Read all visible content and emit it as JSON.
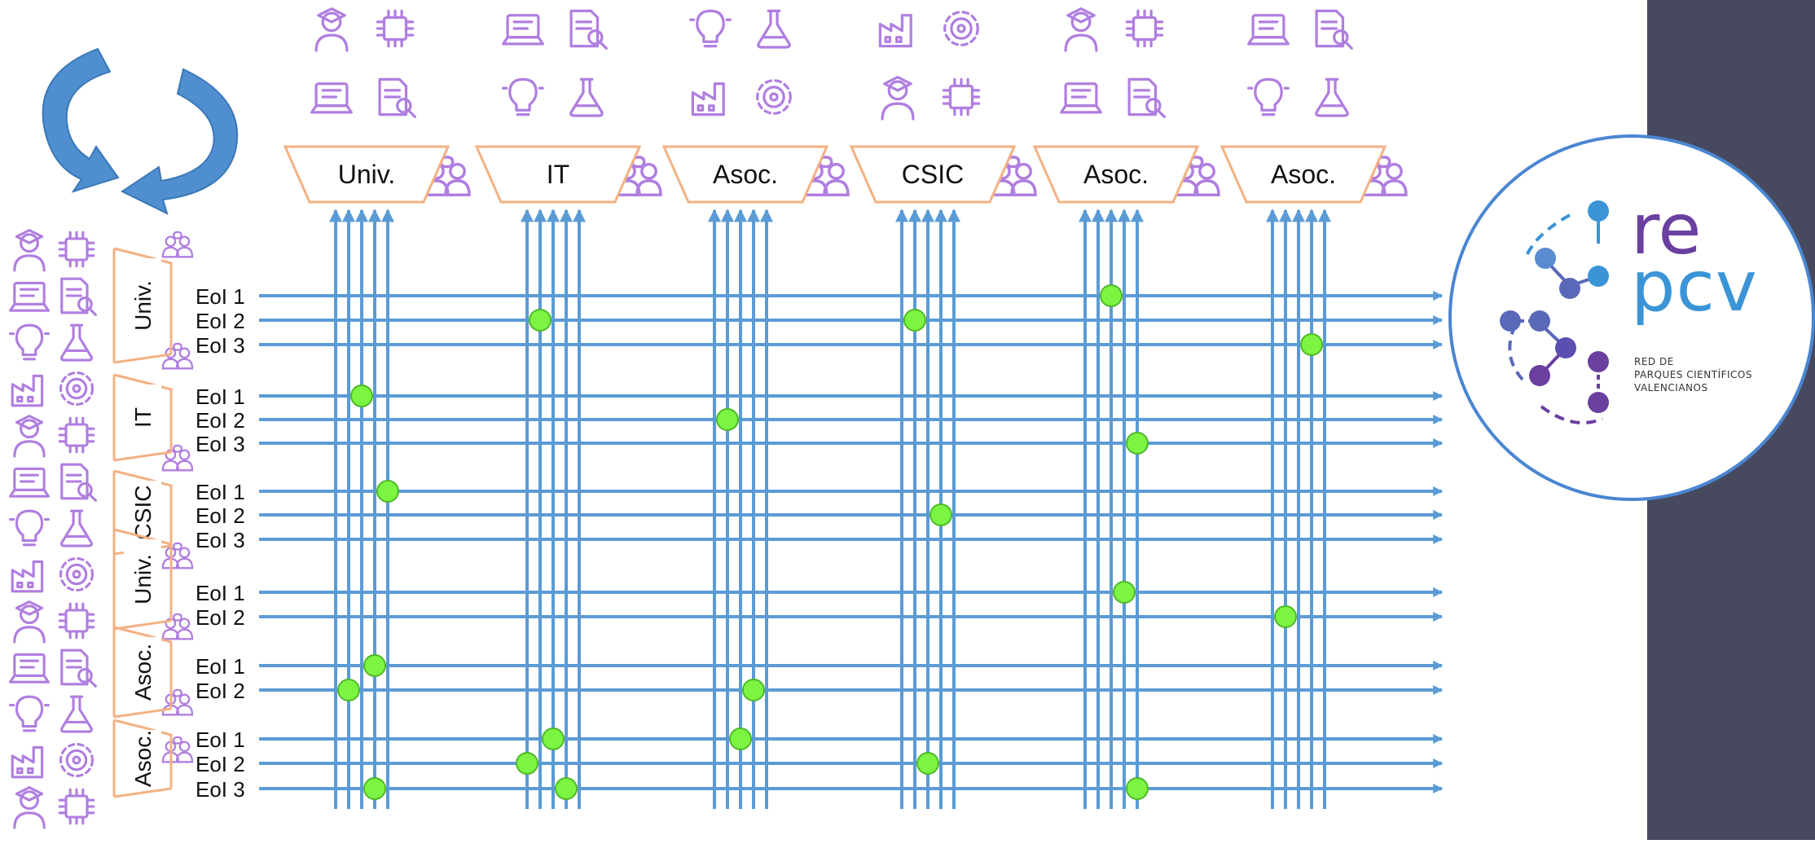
{
  "top_labels": [
    "Univ.",
    "IT",
    "Asoc.",
    "CSIC",
    "Asoc.",
    "Asoc."
  ],
  "left_groups": [
    {
      "label": "Univ.",
      "rows": [
        "EoI 1",
        "EoI 2",
        "EoI 3"
      ]
    },
    {
      "label": "IT",
      "rows": [
        "EoI 1",
        "EoI 2",
        "EoI 3"
      ]
    },
    {
      "label": "CSIC",
      "rows": [
        "EoI 1",
        "EoI 2",
        "EoI 3"
      ]
    },
    {
      "label": "Univ.",
      "rows": [
        "EoI 1",
        "EoI 2"
      ]
    },
    {
      "label": "Asoc.",
      "rows": [
        "EoI 1",
        "EoI 2"
      ]
    },
    {
      "label": "Asoc.",
      "rows": [
        "EoI 1",
        "EoI 2",
        "EoI 3"
      ]
    }
  ],
  "matches": [
    {
      "row": 0,
      "col": 4,
      "line": 2
    },
    {
      "row": 1,
      "col": 1,
      "line": 1
    },
    {
      "row": 1,
      "col": 3,
      "line": 1
    },
    {
      "row": 2,
      "col": 5,
      "line": 3
    },
    {
      "row": 3,
      "col": 0,
      "line": 2
    },
    {
      "row": 4,
      "col": 2,
      "line": 1
    },
    {
      "row": 5,
      "col": 4,
      "line": 4
    },
    {
      "row": 6,
      "col": 0,
      "line": 4
    },
    {
      "row": 7,
      "col": 3,
      "line": 3
    },
    {
      "row": 9,
      "col": 4,
      "line": 3
    },
    {
      "row": 10,
      "col": 5,
      "line": 1
    },
    {
      "row": 11,
      "col": 0,
      "line": 3
    },
    {
      "row": 12,
      "col": 0,
      "line": 1
    },
    {
      "row": 12,
      "col": 2,
      "line": 3
    },
    {
      "row": 13,
      "col": 1,
      "line": 2
    },
    {
      "row": 13,
      "col": 2,
      "line": 2
    },
    {
      "row": 14,
      "col": 1,
      "line": 0
    },
    {
      "row": 14,
      "col": 3,
      "line": 2
    },
    {
      "row": 15,
      "col": 0,
      "line": 3
    },
    {
      "row": 15,
      "col": 1,
      "line": 3
    },
    {
      "row": 15,
      "col": 4,
      "line": 4
    }
  ],
  "logo": {
    "word1": "re",
    "word2": "pcv",
    "sub1": "RED DE",
    "sub2": "PARQUES CIENTÍFICOS",
    "sub3": "VALENCIANOS"
  },
  "colors": {
    "arrow_blue": "#5b9bd5",
    "funnel_orange": "#f4b183",
    "icon_purple": "#b07ee0",
    "match_green": "#7cf542",
    "cycle_blue": "#4f8fcf",
    "side_panel": "#474a5f"
  },
  "icons": {
    "cycle": "cycle-arrows-icon",
    "stakeholders": [
      "graduate-icon",
      "chip-icon",
      "microscope-icon",
      "laptop-icon",
      "document-search-icon",
      "lightbulb-icon",
      "lab-equipment-icon",
      "handshake-icon",
      "flask-icon",
      "factory-icon",
      "transmission-tower-icon",
      "growth-chart-icon",
      "gear-icon",
      "users-icon"
    ]
  }
}
